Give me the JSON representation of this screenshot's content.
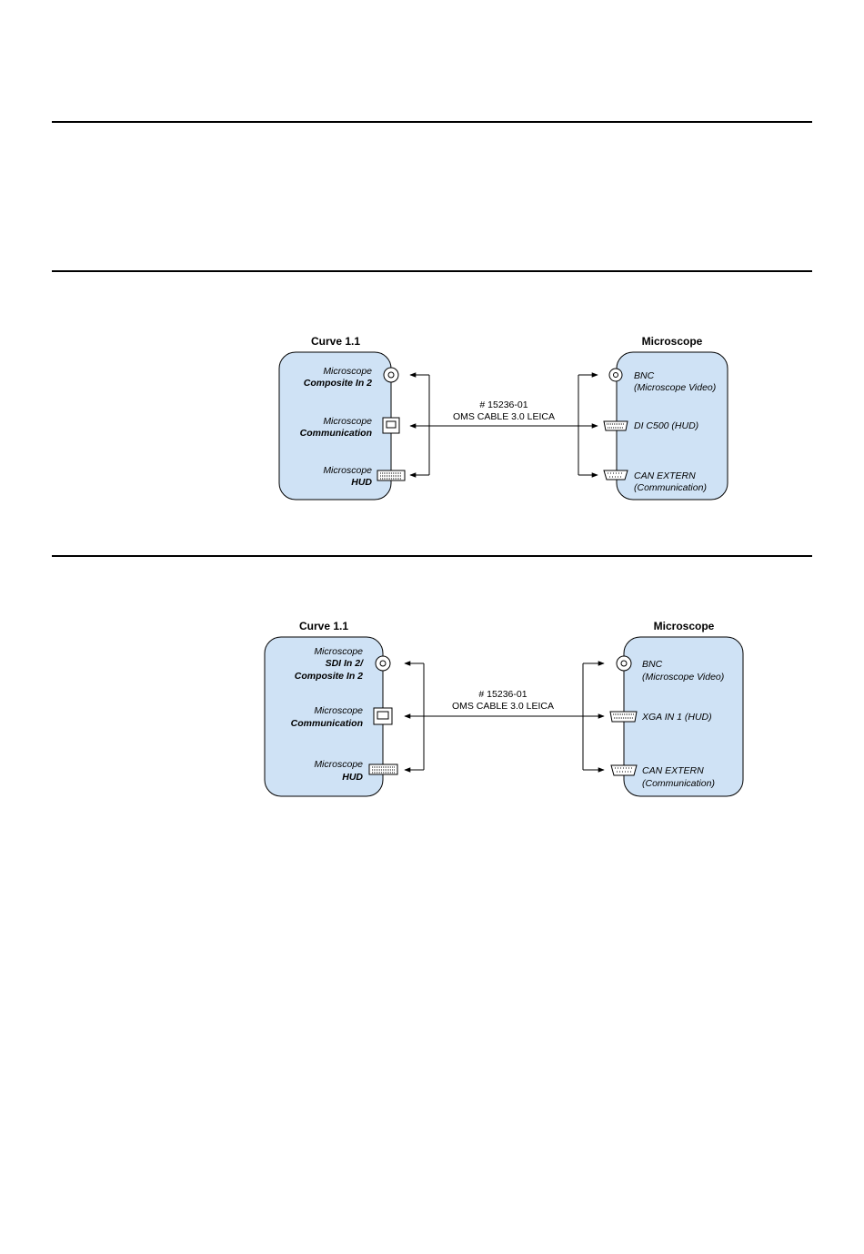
{
  "diagram1": {
    "left_title": "Curve 1.1",
    "right_title": "Microscope",
    "left_ports": [
      {
        "line1": "Microscope",
        "line2": "Composite In 2",
        "connector": "bnc-connector-icon"
      },
      {
        "line1": "Microscope",
        "line2": "Communication",
        "connector": "usb-connector-icon"
      },
      {
        "line1": "Microscope",
        "line2": "HUD",
        "connector": "dvi-connector-icon"
      }
    ],
    "right_ports": [
      {
        "line1": "BNC",
        "line2": "(Microscope Video)",
        "connector": "bnc-connector-icon"
      },
      {
        "line1": "DI C500 (HUD)",
        "line2": "",
        "connector": "dsub-connector-icon"
      },
      {
        "line1": "CAN EXTERN",
        "line2": "(Communication)",
        "connector": "dsub9-connector-icon"
      }
    ],
    "cable_line1": "# 15236-01",
    "cable_line2": "OMS CABLE 3.0 LEICA"
  },
  "diagram2": {
    "left_title": "Curve 1.1",
    "right_title": "Microscope",
    "left_ports": [
      {
        "line1": "Microscope",
        "line2": "SDI In 2/",
        "line3": "Composite In 2",
        "connector": "bnc-connector-icon"
      },
      {
        "line1": "Microscope",
        "line2": "Communication",
        "connector": "usb-connector-icon"
      },
      {
        "line1": "Microscope",
        "line2": "HUD",
        "connector": "dvi-connector-icon"
      }
    ],
    "right_ports": [
      {
        "line1": "BNC",
        "line2": "(Microscope Video)",
        "connector": "bnc-connector-icon"
      },
      {
        "line1": "XGA IN 1 (HUD)",
        "line2": "",
        "connector": "dsub-connector-icon"
      },
      {
        "line1": "CAN EXTERN",
        "line2": "(Communication)",
        "connector": "dsub9-connector-icon"
      }
    ],
    "cable_line1": "# 15236-01",
    "cable_line2": "OMS CABLE 3.0 LEICA"
  },
  "colors": {
    "box_fill": "#cfe2f5",
    "stroke": "#000000"
  }
}
